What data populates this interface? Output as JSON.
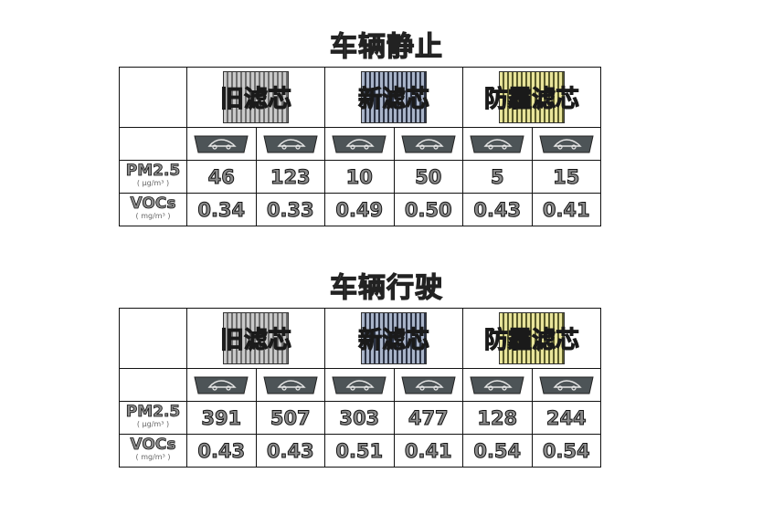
{
  "sections": [
    {
      "title": "车辆静止",
      "filters": [
        "旧滤芯",
        "新滤芯",
        "防霾滤芯"
      ],
      "metrics": [
        {
          "name": "PM2.5",
          "unit": "( μg/m³ )",
          "values": [
            "46",
            "123",
            "10",
            "50",
            "5",
            "15"
          ]
        },
        {
          "name": "VOCs",
          "unit": "( mg/m³ )",
          "values": [
            "0.34",
            "0.33",
            "0.49",
            "0.50",
            "0.43",
            "0.41"
          ]
        }
      ]
    },
    {
      "title": "车辆行驶",
      "filters": [
        "旧滤芯",
        "新滤芯",
        "防霾滤芯"
      ],
      "metrics": [
        {
          "name": "PM2.5",
          "unit": "( μg/m³ )",
          "values": [
            "391",
            "507",
            "303",
            "477",
            "128",
            "244"
          ]
        },
        {
          "name": "VOCs",
          "unit": "( mg/m³ )",
          "values": [
            "0.43",
            "0.43",
            "0.51",
            "0.41",
            "0.54",
            "0.54"
          ]
        }
      ]
    }
  ],
  "icons": {
    "car_outline": "car-outline-icon",
    "filter_image": "filter-media-image"
  },
  "colors": {
    "old_filter": "#8a8a8a",
    "new_filter": "#2c3344",
    "anti_haze_filter": "#c8c46a"
  }
}
